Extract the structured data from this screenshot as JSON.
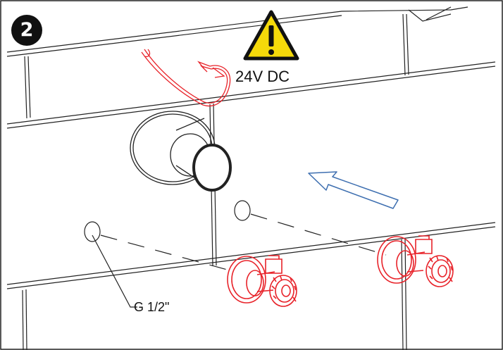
{
  "step": {
    "number": "2"
  },
  "warning": {
    "voltage": "24V DC",
    "icon": "warning-triangle-icon",
    "color": "#F5D90A"
  },
  "connection": {
    "thread_size": "G 1/2\""
  },
  "colors": {
    "valve": "#E8232A",
    "cable": "#E8232A",
    "arrow": "#3E6FB0",
    "line": "#222222"
  }
}
